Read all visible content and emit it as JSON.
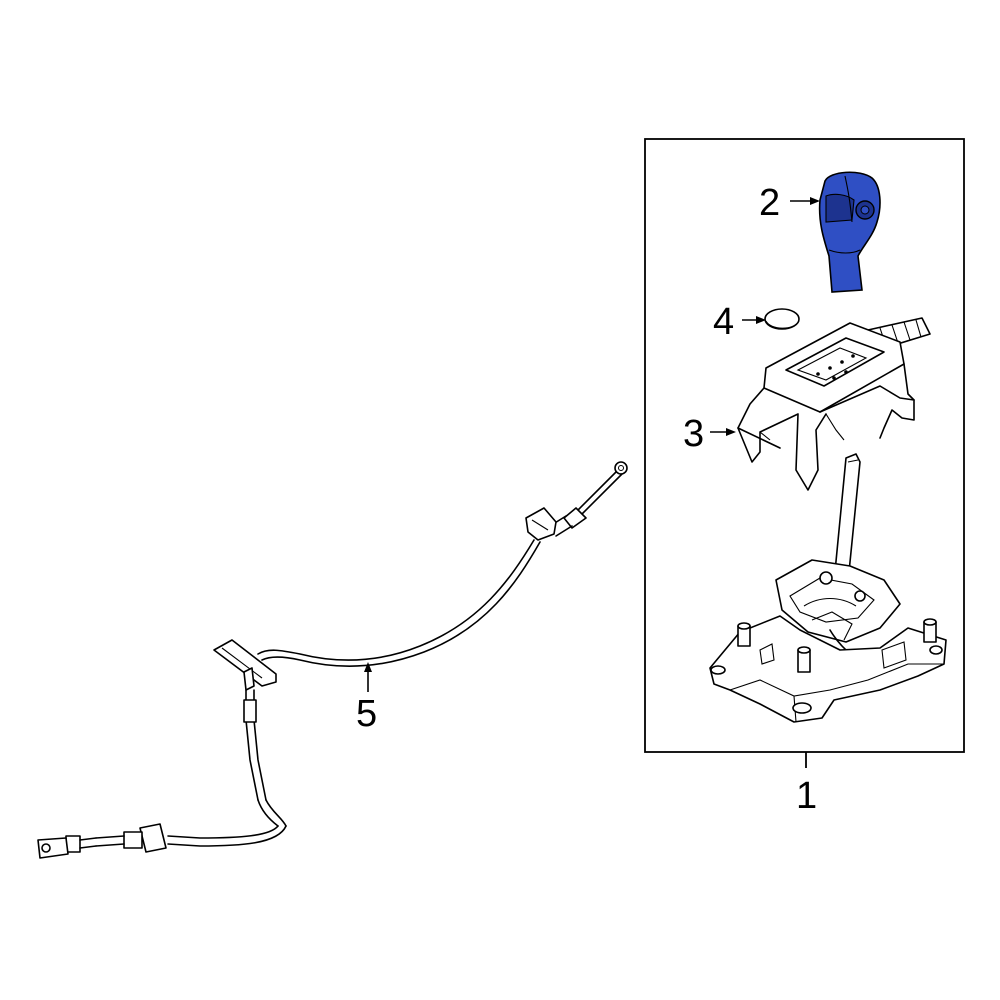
{
  "callouts": {
    "c1": "1",
    "c2": "2",
    "c3": "3",
    "c4": "4",
    "c5": "5"
  },
  "colors": {
    "highlight": "#2f4fc4",
    "highlight_dark": "#1d338f",
    "line": "#000000"
  }
}
